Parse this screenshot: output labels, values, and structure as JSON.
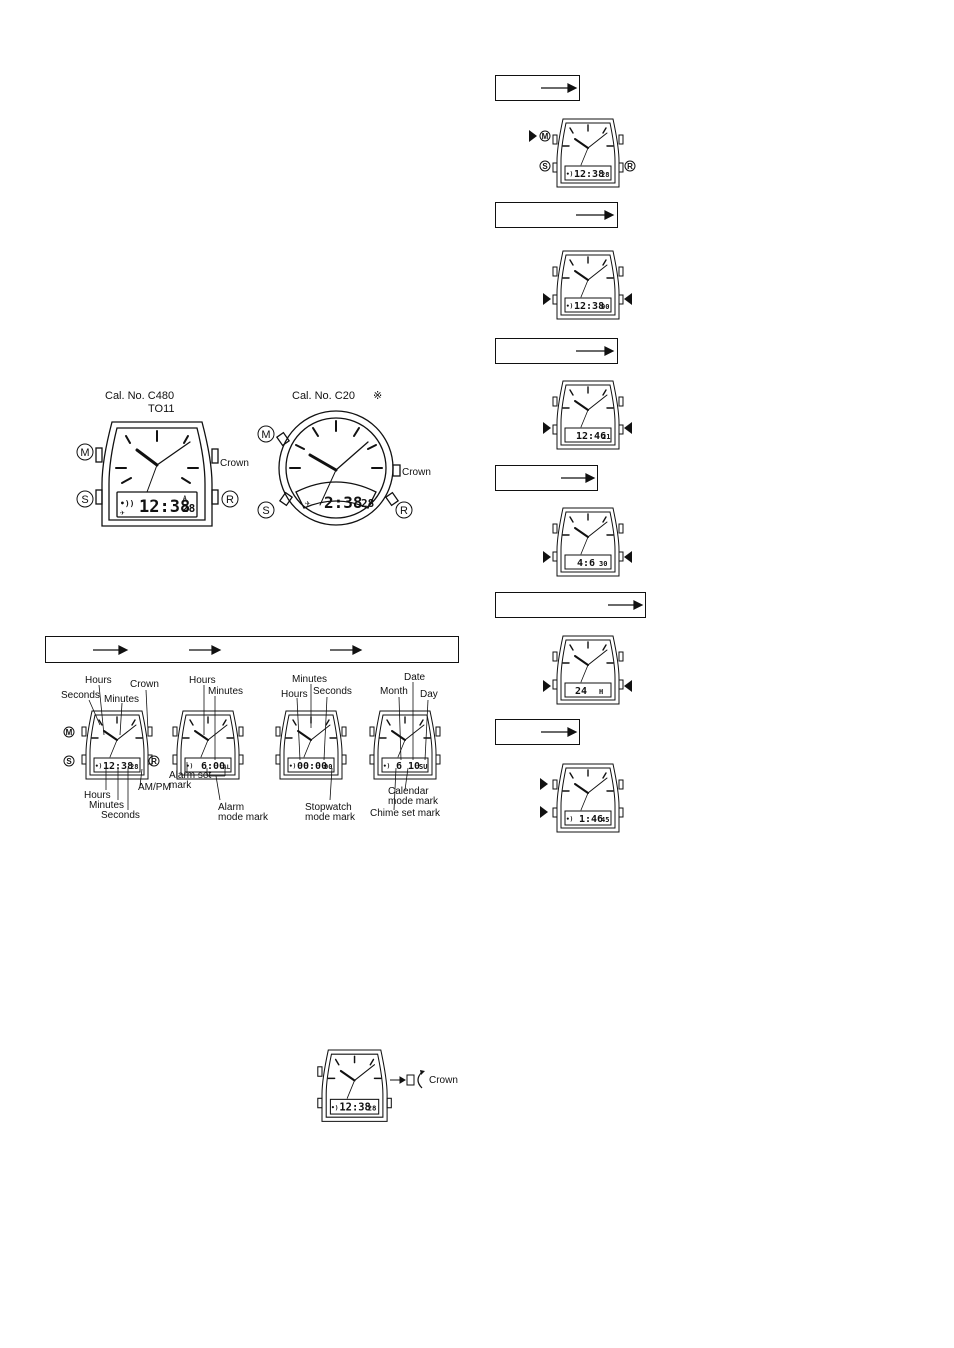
{
  "top_left": {
    "c480_title": "Cal. No. C480",
    "c480_subtitle": "TO11",
    "c20_title": "Cal. No. C20",
    "c20_symbol": "※",
    "crown": "Crown",
    "btn_m": "M",
    "btn_s": "S",
    "btn_r": "R",
    "c480_time": "12:38",
    "c480_sec": "28",
    "c480_a": "A",
    "c20_time": "2:38",
    "c20_sec": "28"
  },
  "modes": {
    "time": {
      "hours": "Hours",
      "crown": "Crown",
      "seconds": "Seconds",
      "minutes": "Minutes",
      "hours_b": "Hours",
      "minutes_b": "Minutes",
      "seconds_b": "Seconds",
      "ampm": "AM/PM",
      "lcd": "12:38",
      "lcd_sec": "28"
    },
    "alarm": {
      "hours": "Hours",
      "minutes": "Minutes",
      "set_mark_1": "Alarm set",
      "set_mark_2": "mark",
      "mode_mark_1": "Alarm",
      "mode_mark_2": "mode mark",
      "lcd": "6:00",
      "lcd_suffix": "AL"
    },
    "stopwatch": {
      "minutes": "Minutes",
      "hours": "Hours",
      "seconds": "Seconds",
      "mode_mark_1": "Stopwatch",
      "mode_mark_2": "mode mark",
      "lcd": "00:00",
      "lcd_sec": "00"
    },
    "calendar": {
      "date": "Date",
      "month": "Month",
      "day": "Day",
      "mode_mark_1": "Calendar",
      "mode_mark_2": "mode mark",
      "chime_mark": "Chime set mark",
      "lcd": "6 10",
      "lcd_day": "SU"
    }
  },
  "right_col": {
    "w1_time": "12:38",
    "w1_sec": "28",
    "w2_time": "12:38",
    "w2_sec": "00",
    "w3_time": "12:46",
    "w3_sec": "21",
    "w4_time": "4:6",
    "w4_sec": "30",
    "w5_time": "24",
    "w5_sec": "H",
    "w6_time": "1:46",
    "w6_sec": "45"
  },
  "bottom": {
    "crown": "Crown",
    "lcd": "12:38",
    "lcd_sec": "28"
  }
}
